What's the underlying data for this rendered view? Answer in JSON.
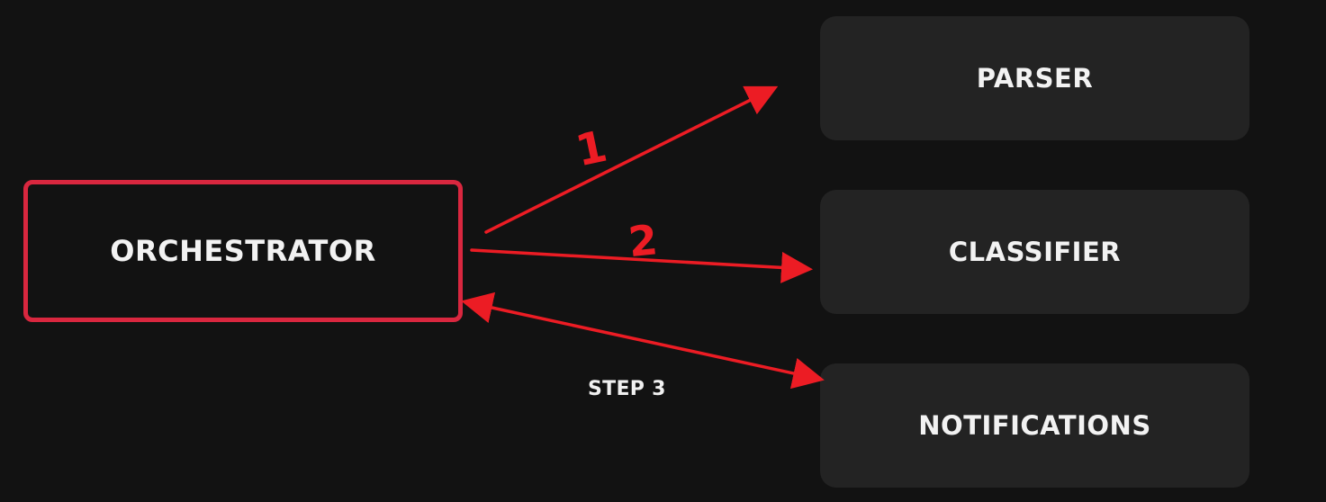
{
  "nodes": {
    "orchestrator": "ORCHESTRATOR",
    "parser": "PARSER",
    "classifier": "CLASSIFIER",
    "notifications": "NOTIFICATIONS"
  },
  "edges": {
    "step1": "1",
    "step2": "2",
    "step3": "STEP 3"
  },
  "colors": {
    "background": "#121212",
    "accent": "#d9273f",
    "arrow": "#ec1c24",
    "service_box": "#232323",
    "text": "#f2f2f2"
  }
}
